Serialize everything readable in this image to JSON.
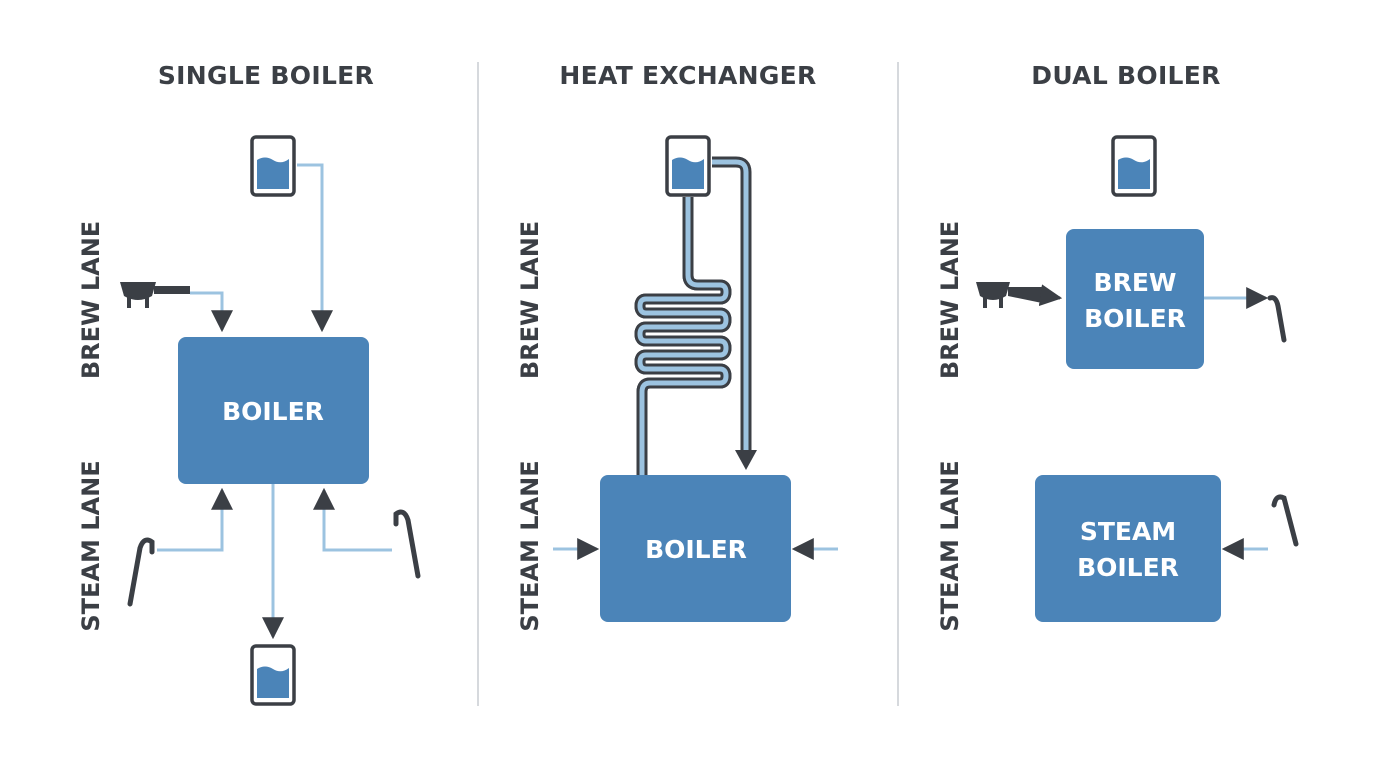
{
  "colors": {
    "box": "#4b84b8",
    "pipe": "#9cc3e0",
    "dark": "#3b3f45",
    "divider": "#d6d9dd",
    "water": "#4b84b8"
  },
  "panels": {
    "single": {
      "title": "SINGLE BOILER",
      "brew_lane": "BREW LANE",
      "steam_lane": "STEAM LANE",
      "boiler": "BOILER"
    },
    "hx": {
      "title": "HEAT EXCHANGER",
      "brew_lane": "BREW LANE",
      "steam_lane": "STEAM LANE",
      "boiler": "BOILER"
    },
    "dual": {
      "title": "DUAL BOILER",
      "brew_lane": "BREW LANE",
      "steam_lane": "STEAM LANE",
      "brew_boiler_line1": "BREW",
      "brew_boiler_line2": "BOILER",
      "steam_boiler_line1": "STEAM",
      "steam_boiler_line2": "BOILER"
    }
  },
  "icons": [
    "water-tank-icon",
    "portafilter-icon",
    "steam-wand-icon",
    "drip-tray-icon"
  ]
}
